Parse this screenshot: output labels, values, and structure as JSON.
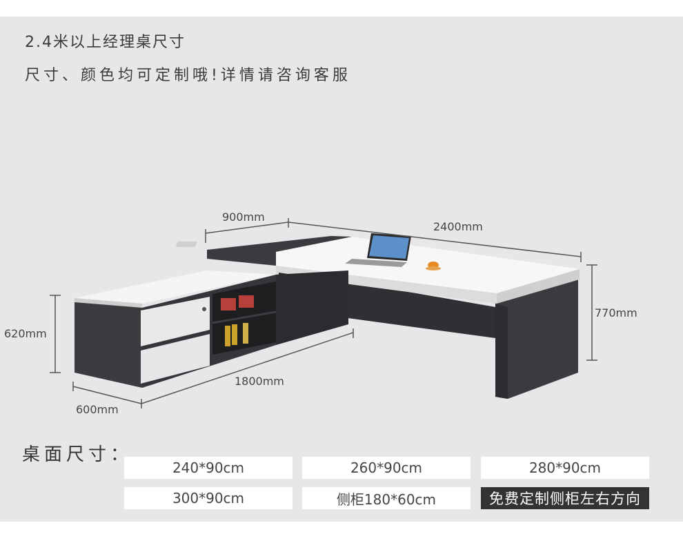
{
  "heading": {
    "line1": "2.4米以上经理桌尺寸",
    "line2": "尺寸、颜色均可定制哦!详情请咨询客服"
  },
  "dimensions": {
    "return_width": "900mm",
    "desk_length": "2400mm",
    "desk_height": "770mm",
    "cabinet_height": "620mm",
    "cabinet_length": "1800mm",
    "cabinet_depth": "600mm"
  },
  "sizes": {
    "label": "桌面尺寸：",
    "options": [
      "240*90cm",
      "260*90cm",
      "280*90cm",
      "300*90cm",
      "侧柜180*60cm"
    ],
    "custom_note": "免费定制侧柜左右方向"
  },
  "colors": {
    "background": "#e8e6e9",
    "desk_top": "#f7f7f7",
    "desk_frame": "#3a3b3f",
    "note_bg": "#333333"
  }
}
